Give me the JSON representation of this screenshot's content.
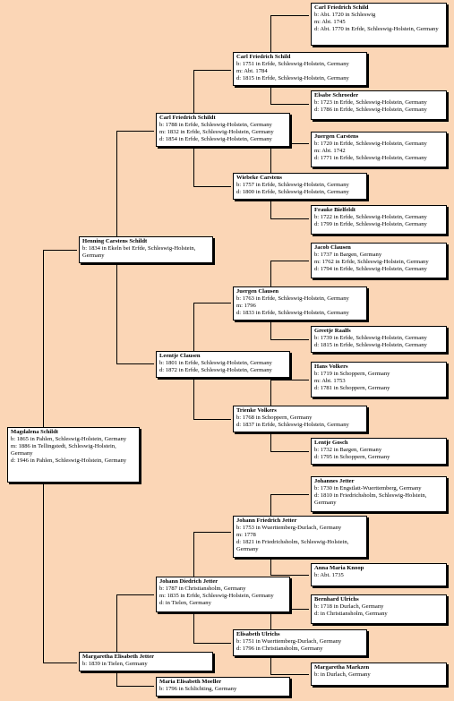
{
  "people": [
    {
      "id": "g1",
      "name": "Carl Friedrich Schild",
      "lines": [
        "b: Abt. 1720 in Schleswig",
        "m: Abt. 1745",
        "d: Abt. 1770 in Erfde, Schleswig-Holstein, Germany"
      ]
    },
    {
      "id": "p2",
      "name": "Carl Friedrich Schild",
      "lines": [
        "b: 1751 in Erfde, Schleswig-Holstein, Germany",
        "m: Abt. 1784",
        "d: 1815 in Erfde, Schleswig-Holstein, Germany"
      ]
    },
    {
      "id": "g2",
      "name": "Elsabe Schroeder",
      "lines": [
        "b: 1723 in Erfde, Schleswig-Holstein, Germany",
        "d: 1786 in Erfde, Schleswig-Holstein, Germany"
      ]
    },
    {
      "id": "gp1",
      "name": "Carl Friedrich Schildt",
      "lines": [
        "b: 1788 in Erfde, Schleswig-Holstein, Germany",
        "m: 1832 in Erfde, Schleswig-Holstein, Germany",
        "d: 1854 in Erfde, Schleswig-Holstein, Germany"
      ]
    },
    {
      "id": "g3",
      "name": "Juergen Carstens",
      "lines": [
        "b: 1720 in Erfde, Schleswig-Holstein, Germany",
        "m: Abt. 1742",
        "d: 1771 in Erfde, Schleswig-Holstein, Germany"
      ]
    },
    {
      "id": "p3",
      "name": "Wiebeke Carstens",
      "lines": [
        "b: 1757 in Erfde, Schleswig-Holstein, Germany",
        "d: 1800 in Erfde, Schleswig-Holstein, Germany"
      ]
    },
    {
      "id": "g4",
      "name": "Frauke Bielfeldt",
      "lines": [
        "b: 1722 in Erfde, Schleswig-Holstein, Germany",
        "d: 1799 in Erfde, Schleswig-Holstein, Germany"
      ]
    },
    {
      "id": "f",
      "name": "Henning Carstens Schildt",
      "lines": [
        "b: 1834 in Ekeln bei Erfde, Schleswig-Holstein, Germany"
      ]
    },
    {
      "id": "g5",
      "name": "Jacob Clausen",
      "lines": [
        "b: 1737 in Bargen, Germany",
        "m: 1762 in Erfde, Schleswig-Holstein, Germany",
        "d: 1794 in Erfde, Schleswig-Holstein, Germany"
      ]
    },
    {
      "id": "p4",
      "name": "Juergen Clausen",
      "lines": [
        "b: 1763 in Erfde, Schleswig-Holstein, Germany",
        "m: 1796",
        "d: 1833 in Erfde, Schleswig-Holstein, Germany"
      ]
    },
    {
      "id": "g6",
      "name": "Greetje Raalfs",
      "lines": [
        "b: 1739 in Erfde, Schleswig-Holstein, Germany",
        "d: 1815 in Erfde, Schleswig-Holstein, Germany"
      ]
    },
    {
      "id": "gp2",
      "name": "Leentje Clausen",
      "lines": [
        "b: 1801 in Erfde, Schleswig-Holstein, Germany",
        "d: 1872 in Erfde, Schleswig-Holstein, Germany"
      ]
    },
    {
      "id": "g7",
      "name": "Hans Volkers",
      "lines": [
        "b: 1719 in Schoppern, Germany",
        "m: Abt. 1753",
        "d: 1781 in Schoppern, Germany"
      ]
    },
    {
      "id": "p5",
      "name": "Trienke Volkers",
      "lines": [
        "b: 1768 in Schoppern, Germany",
        "d: 1837 in Erfde, Schleswig-Holstein, Germany"
      ]
    },
    {
      "id": "g8",
      "name": "Lentje Gosch",
      "lines": [
        "b: 1732 in Bargen, Germany",
        "d: 1795 in Schoppern, Germany"
      ]
    },
    {
      "id": "self",
      "name": "Magdalena Schildt",
      "lines": [
        "b: 1865 in Pahlen, Schleswig-Holstein, Germany",
        "m: 1886 in Tellingstedt, Schleswig-Holstein, Germany",
        "d: 1946 in Pahlen, Schleswig-Holstein, Germany"
      ]
    },
    {
      "id": "g9",
      "name": "Johannes Jetter",
      "lines": [
        "b: 1730 in Engstlatt-Wuerttemberg, Germany",
        "d: 1810 in Friedrichsholm, Schleswig-Holstein, Germany"
      ]
    },
    {
      "id": "p6",
      "name": "Johann Friedrich Jetter",
      "lines": [
        "b: 1753 in Wuerttemberg-Durlach, Germany",
        "m: 1778",
        "d: 1821 in Friedrichsholm, Schleswig-Holstein, Germany"
      ]
    },
    {
      "id": "g10",
      "name": "Anna Maria Knoop",
      "lines": [
        "b: Abt. 1735"
      ]
    },
    {
      "id": "gp3",
      "name": "Johann Diedrich Jetter",
      "lines": [
        "b: 1787 in Christiansholm, Germany",
        "m: 1835 in Erfde, Schleswig-Holstein, Germany",
        "d: in Tielen, Germany"
      ]
    },
    {
      "id": "g11",
      "name": "Bernhard Ulrichs",
      "lines": [
        "b: 1718 in Durlach, Germany",
        "d: in Christiansholm, Germany"
      ]
    },
    {
      "id": "p7",
      "name": "Elisabeth Ulrichs",
      "lines": [
        "b: 1751 in Wuerttemberg-Durlach, Germany",
        "d: 1796 in Christiansholm, Germany"
      ]
    },
    {
      "id": "g12",
      "name": "Margaretha Markzen",
      "lines": [
        "b: in Durlach, Germany"
      ]
    },
    {
      "id": "m",
      "name": "Margaretha Elisabeth Jetter",
      "lines": [
        "b: 1839 in Tielen, Germany"
      ]
    },
    {
      "id": "gp4",
      "name": "Maria Elisabeth Moeller",
      "lines": [
        "b: 1796 in Schlichting, Germany"
      ]
    }
  ]
}
